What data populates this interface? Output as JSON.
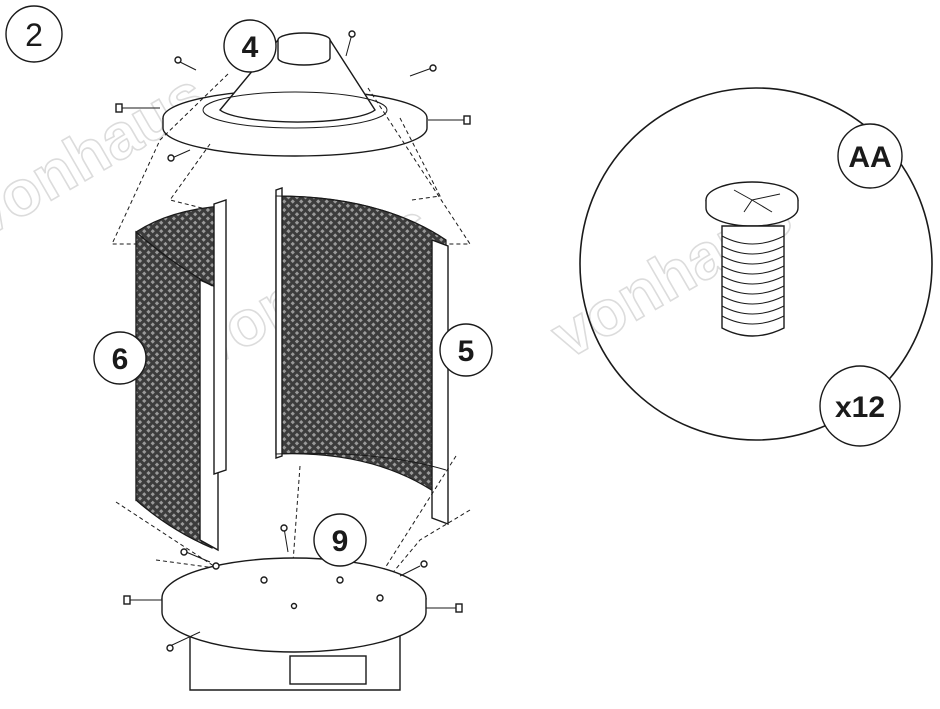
{
  "diagram": {
    "step_number": "2",
    "callouts": {
      "lid": "4",
      "panel_right": "5",
      "panel_left": "6",
      "base": "9",
      "hardware": "AA",
      "quantity": "x12"
    },
    "watermark": "vonhaus",
    "colors": {
      "line": "#1a1a1a",
      "mesh_fill": "#5a5a5a",
      "watermark": "#dcdcdc",
      "background": "#ffffff"
    }
  }
}
